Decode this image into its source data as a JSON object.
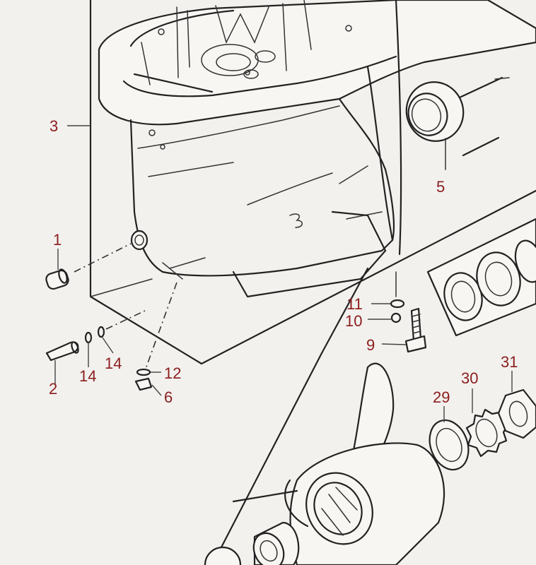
{
  "callouts": {
    "c1": "1",
    "c2": "2",
    "c3": "3",
    "c5": "5",
    "c6": "6",
    "c9": "9",
    "c10": "10",
    "c11": "11",
    "c12": "12",
    "c14a": "14",
    "c14b": "14",
    "c29": "29",
    "c30": "30",
    "c31": "31"
  },
  "colors": {
    "callout": "#8b1d1d",
    "line": "#222222",
    "paper": "#f2f1ee"
  }
}
